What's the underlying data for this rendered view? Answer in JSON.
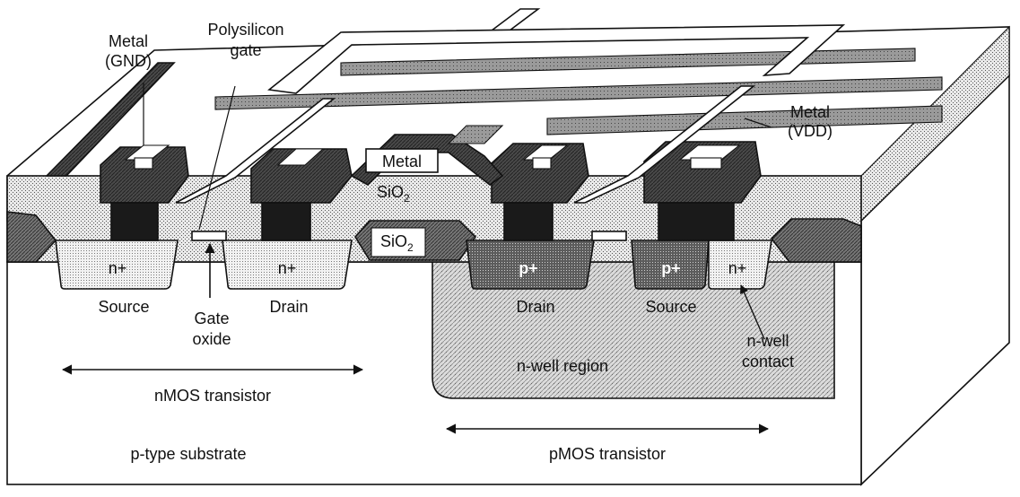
{
  "labels": {
    "metal_gnd_1": "Metal",
    "metal_gnd_2": "(GND)",
    "poly_gate_1": "Polysilicon",
    "poly_gate_2": "gate",
    "metal_vdd_1": "Metal",
    "metal_vdd_2": "(VDD)",
    "metal_center": "Metal",
    "sio2_upper": "SiO",
    "sio2_upper_sub": "2",
    "sio2_lower": "SiO",
    "sio2_lower_sub": "2",
    "nplus_source": "n+",
    "nplus_drain": "n+",
    "pplus_drain": "p+",
    "pplus_source": "p+",
    "nplus_contact": "n+",
    "source_n": "Source",
    "drain_n": "Drain",
    "gate_oxide_1": "Gate",
    "gate_oxide_2": "oxide",
    "drain_p": "Drain",
    "source_p": "Source",
    "nwell_contact_1": "n-well",
    "nwell_contact_2": "contact",
    "nwell_region": "n-well region",
    "nmos_transistor": "nMOS transistor",
    "pmos_transistor": "pMOS transistor",
    "p_substrate": "p-type substrate"
  },
  "colors": {
    "ink": "#111111",
    "background": "#ffffff",
    "substrate": "#ffffff",
    "oxide": "#d8d8d8",
    "metal": "#3a3a3a",
    "contact": "#141414",
    "nplus": "#e4e4e4",
    "pplus": "#6a6a6a",
    "nwell": "#cfcfcf",
    "field_oxide": "#8a8a8a"
  }
}
